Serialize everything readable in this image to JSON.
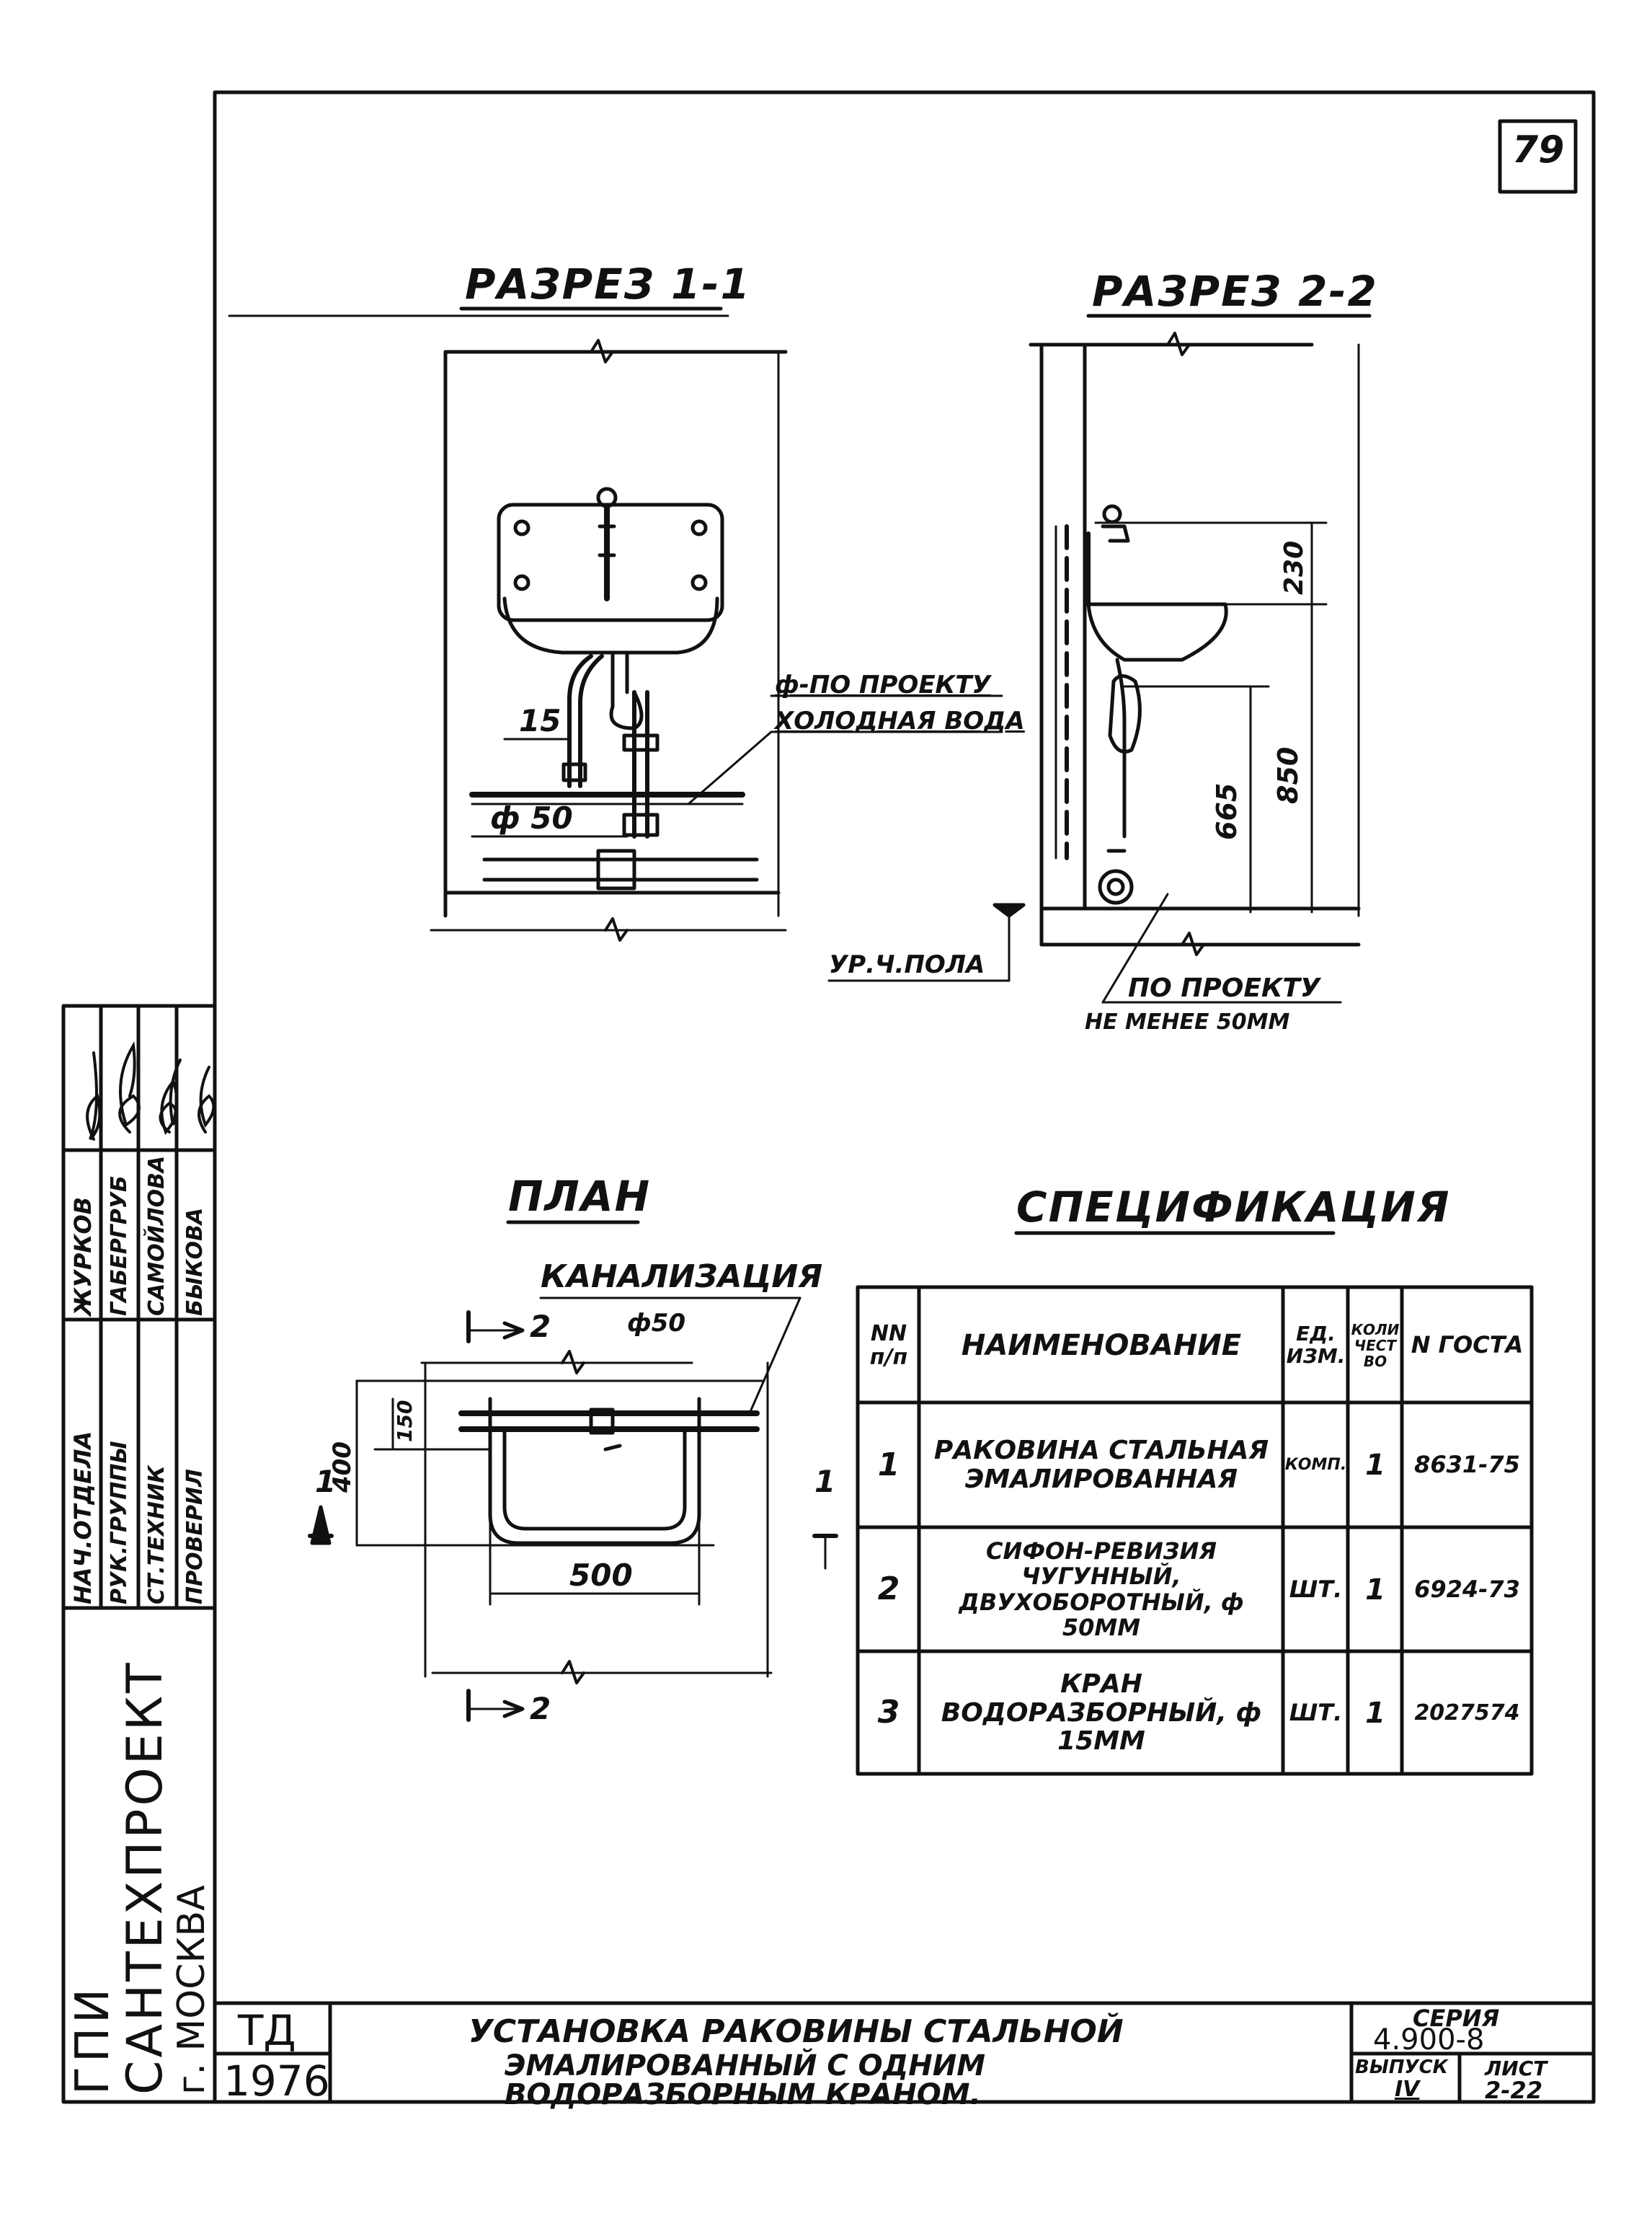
{
  "page_number": "79",
  "section_1_1": {
    "title": "РАЗРЕЗ 1-1",
    "label_15": "15",
    "label_d50": "ф 50",
    "note_line1": "ф-ПО ПРОЕКТУ",
    "note_line2": "ХОЛОДНАЯ ВОДА"
  },
  "section_2_2": {
    "title": "РАЗРЕЗ 2-2",
    "dim_230": "230",
    "dim_850": "850",
    "dim_665": "665",
    "floor_level": "УР.Ч.ПОЛА",
    "note_line1": "ПО ПРОЕКТУ",
    "note_line2": "НЕ МЕНЕЕ 50ММ"
  },
  "plan": {
    "title": "ПЛАН",
    "sewer_label": "КАНАЛИЗАЦИЯ",
    "sewer_d50": "ф50",
    "dim_400": "400",
    "dim_150": "150",
    "dim_500": "500",
    "mark_1": "1",
    "mark_2": "2"
  },
  "spec": {
    "title": "СПЕЦИФИКАЦИЯ",
    "headers": {
      "nn": "NN п/п",
      "name": "НАИМЕНОВАНИЕ",
      "unit": "ЕД. ИЗМ.",
      "qty": "КОЛИ ЧЕСТ ВО",
      "gost": "N ГОСТА"
    },
    "rows": [
      {
        "nn": "1",
        "name": "РАКОВИНА СТАЛЬНАЯ ЭМАЛИРОВАННАЯ",
        "unit": "КОМП.",
        "qty": "1",
        "gost": "8631-75"
      },
      {
        "nn": "2",
        "name": "СИФОН-РЕВИЗИЯ ЧУГУННЫЙ, ДВУХОБОРОТНЫЙ, ф 50ММ",
        "unit": "ШТ.",
        "qty": "1",
        "gost": "6924-73"
      },
      {
        "nn": "3",
        "name": "КРАН ВОДОРАЗБОРНЫЙ, ф 15ММ",
        "unit": "ШТ.",
        "qty": "1",
        "gost": "2027574"
      }
    ]
  },
  "title_block": {
    "org_line1": "ГПИ",
    "org_line2": "САНТЕХПРОЕКТ",
    "org_city": "г. МОСКВА",
    "roles": [
      "НАЧ.ОТДЕЛА",
      "РУК.ГРУППЫ",
      "СТ.ТЕХНИК",
      "ПРОВЕРИЛ"
    ],
    "names": [
      "ЖУРКОВ",
      "ГАБЕРГРУБ",
      "САМОЙЛОВА",
      "БЫКОВА"
    ],
    "td": "ТД",
    "year": "1976",
    "drawing_title_1": "УСТАНОВКА РАКОВИНЫ СТАЛЬНОЙ",
    "drawing_title_2": "ЭМАЛИРОВАННЫЙ С ОДНИМ",
    "drawing_title_3": "ВОДОРАЗБОРНЫМ КРАНОМ.",
    "series_label": "СЕРИЯ",
    "series_value": "4.900-8",
    "issue_label": "ВЫПУСК",
    "issue_value": "IV",
    "sheet_label": "ЛИСТ",
    "sheet_value": "2-22"
  }
}
